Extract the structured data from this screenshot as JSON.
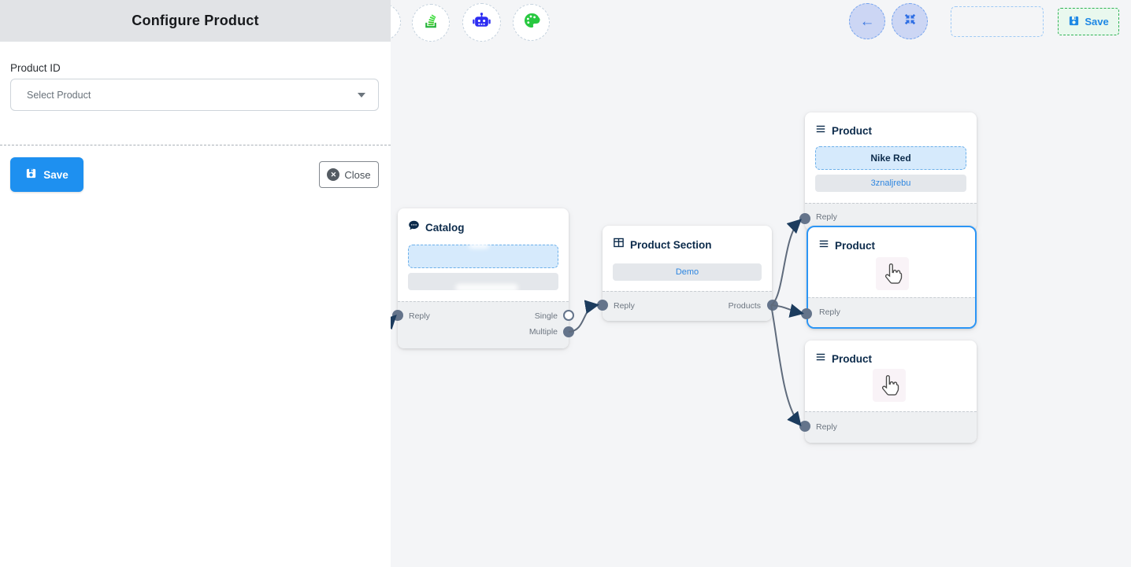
{
  "panel": {
    "title": "Configure Product",
    "product_id_label": "Product ID",
    "select_placeholder": "Select Product",
    "save_label": "Save",
    "close_label": "Close",
    "close_icon_glyph": "✕"
  },
  "toolbar": {
    "back_arrow_glyph": "←",
    "save_label": "Save"
  },
  "nodes": {
    "catalog": {
      "title": "Catalog",
      "reply_label": "Reply",
      "single_label": "Single",
      "multiple_label": "Multiple"
    },
    "product_section": {
      "title": "Product Section",
      "button_label": "Demo",
      "reply_label": "Reply",
      "products_label": "Products"
    },
    "product_top": {
      "title": "Product",
      "option1_label": "Nike Red",
      "option2_label": "3znaljrebu",
      "reply_label": "Reply"
    },
    "product_middle": {
      "title": "Product",
      "reply_label": "Reply"
    },
    "product_bottom": {
      "title": "Product",
      "reply_label": "Reply"
    }
  },
  "colors": {
    "primary_blue": "#1e90f0",
    "link_blue": "#2e86e0",
    "selected_node_border": "#2b95f5",
    "save_green_border": "#2eb353",
    "save_green_bg": "#e9f8ee",
    "canvas_bg": "#f4f5f7",
    "panel_header_bg": "#e1e3e6",
    "node_title": "#0c2b4b",
    "edge_stroke": "#5f6b7c",
    "arrowhead": "#1c3c5e",
    "robot_icon": "#2d2df2",
    "palette_icon": "#28c840",
    "stack_icon": "#36c626"
  }
}
